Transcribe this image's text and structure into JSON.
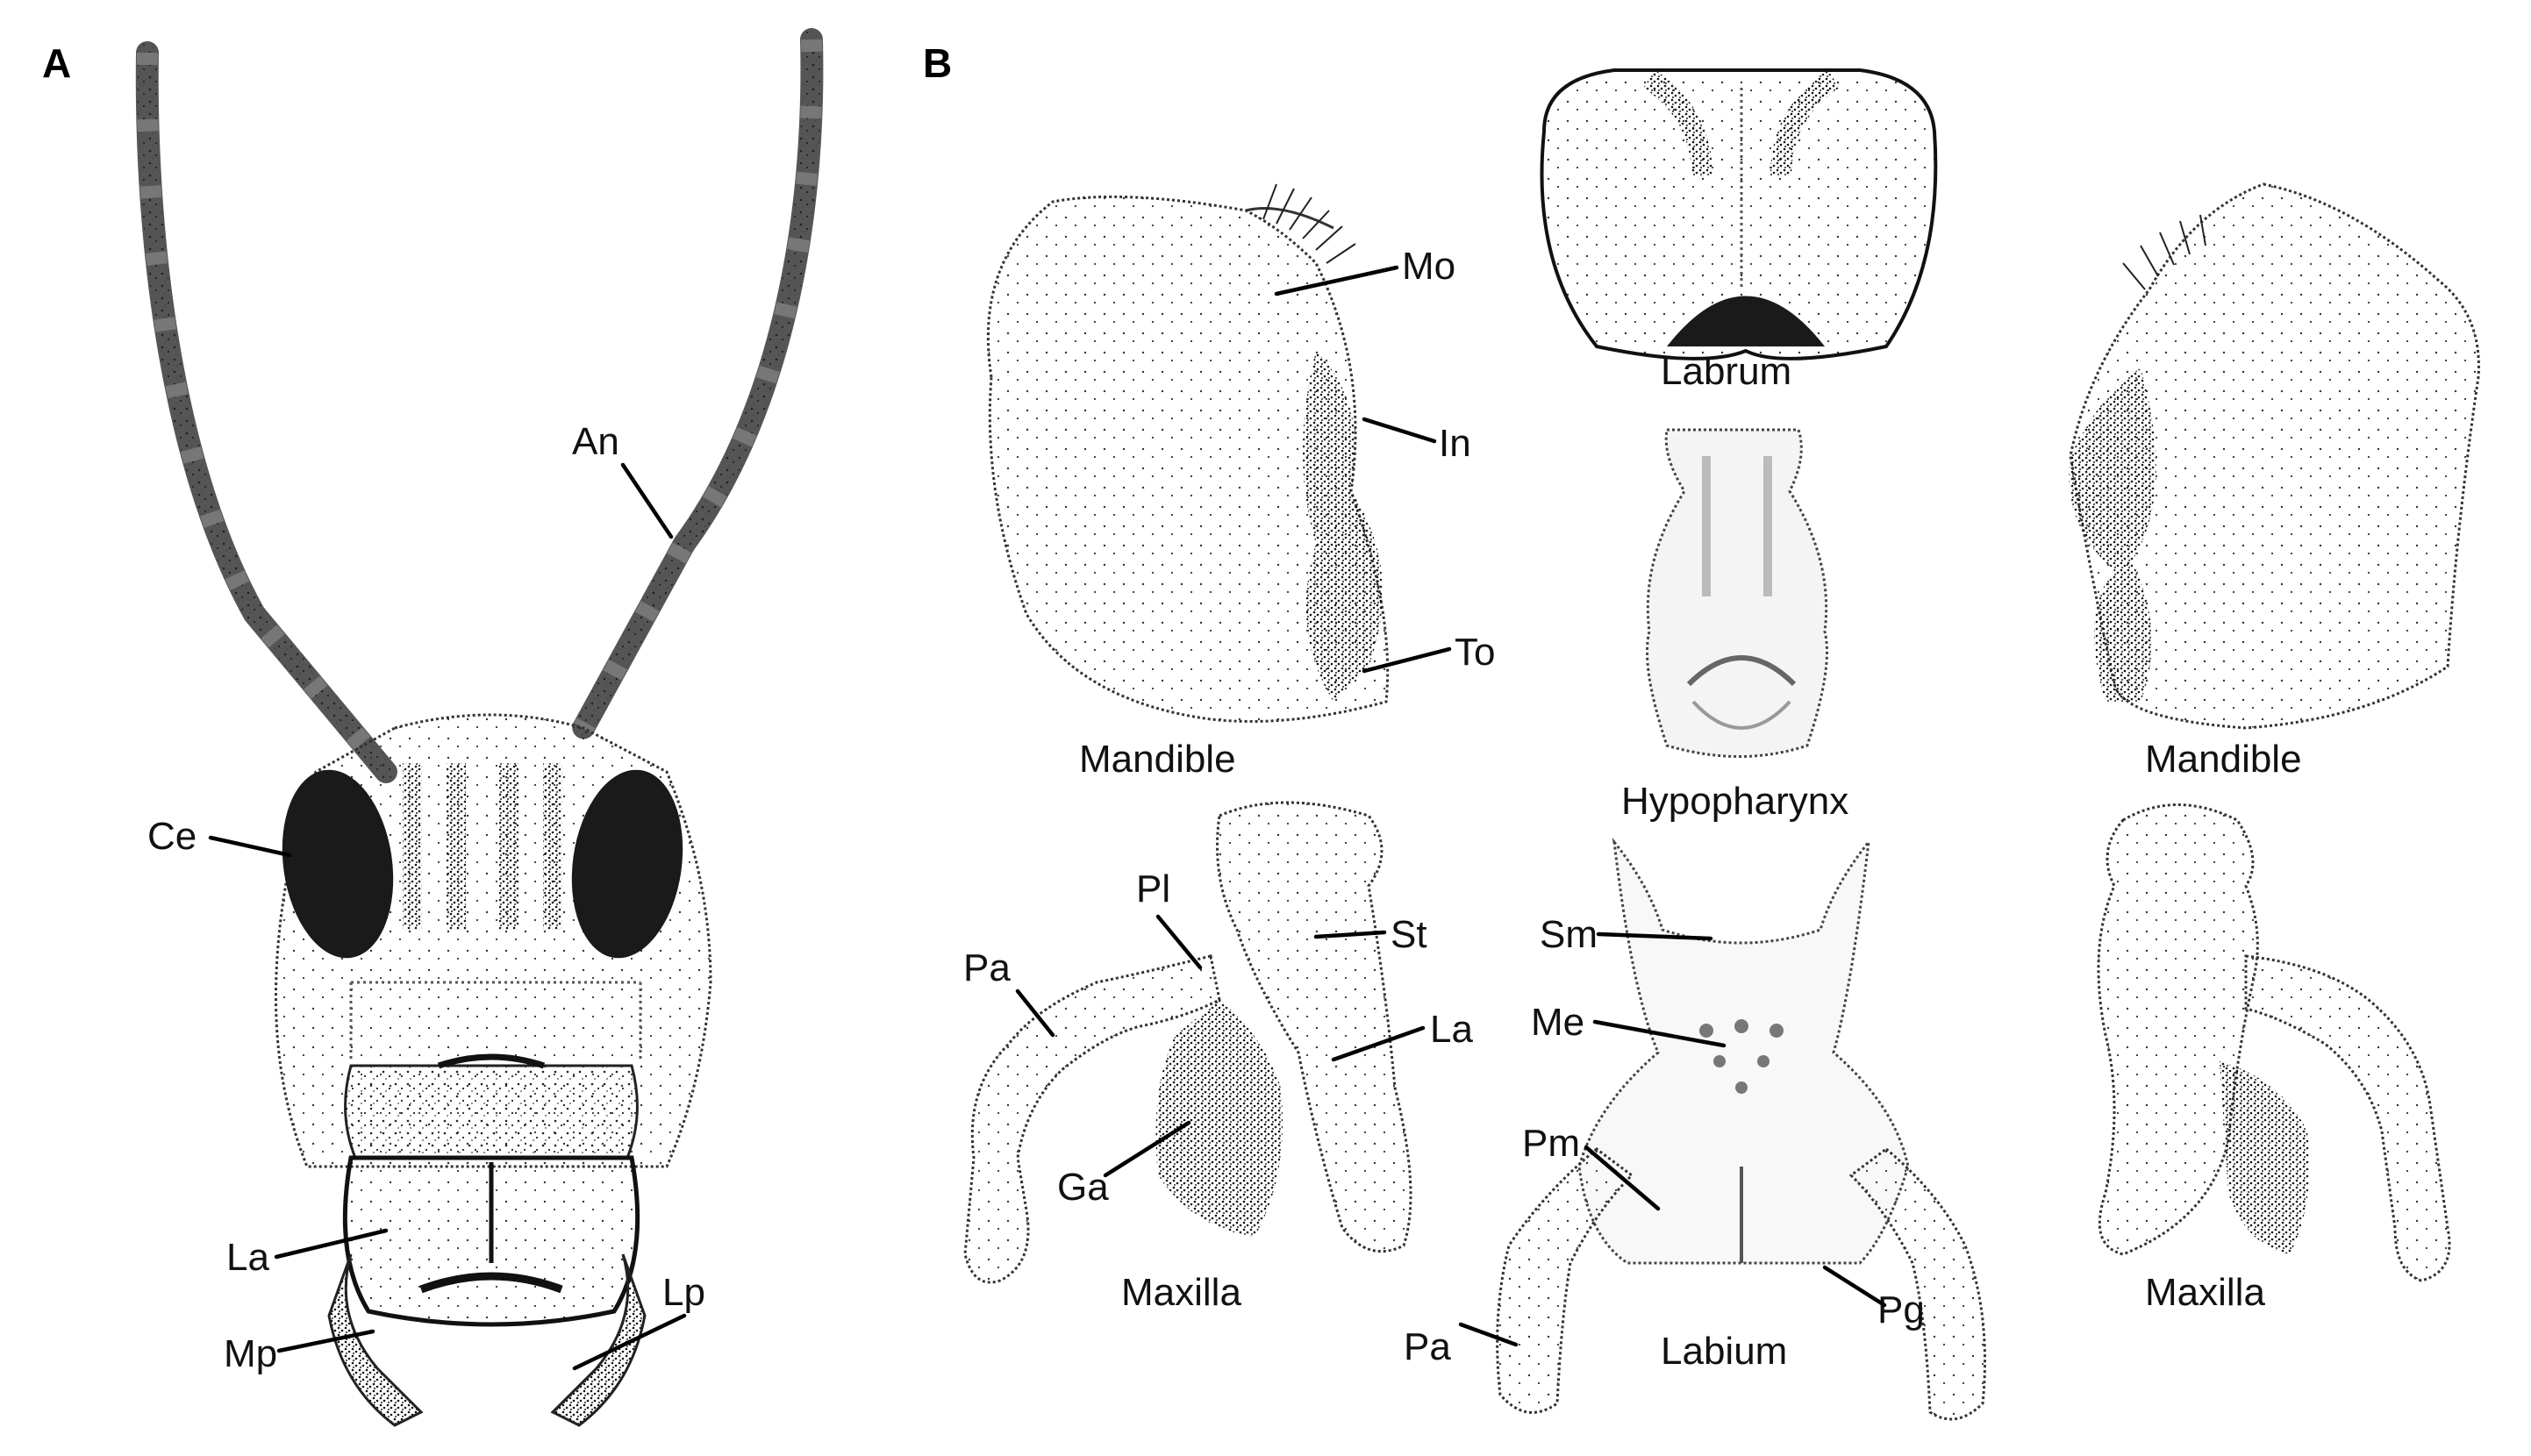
{
  "panels": {
    "a": "A",
    "b": "B"
  },
  "labels": {
    "an": "An",
    "ce": "Ce",
    "la_head": "La",
    "mp": "Mp",
    "lp": "Lp",
    "mo": "Mo",
    "in": "In",
    "to": "To",
    "mandible_left": "Mandible",
    "labrum": "Labrum",
    "hypopharynx": "Hypopharynx",
    "mandible_right": "Mandible",
    "pl": "Pl",
    "st": "St",
    "pa_maxilla": "Pa",
    "la_maxilla": "La",
    "ga": "Ga",
    "maxilla_left": "Maxilla",
    "sm": "Sm",
    "me": "Me",
    "pm": "Pm",
    "pa_labium": "Pa",
    "pg": "Pg",
    "labium": "Labium",
    "maxilla_right": "Maxilla"
  },
  "colors": {
    "ink": "#111111",
    "eye": "#1a1a1a",
    "paper": "#ffffff"
  }
}
